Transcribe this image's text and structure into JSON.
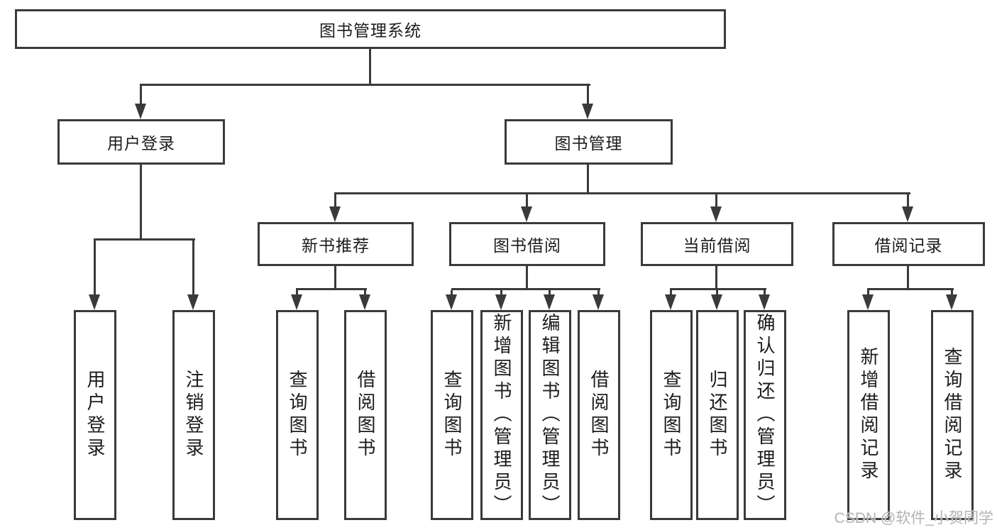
{
  "diagram": {
    "root": {
      "label": "图书管理系统"
    },
    "level2": [
      {
        "label": "用户登录"
      },
      {
        "label": "图书管理"
      }
    ],
    "level3": [
      {
        "label": "新书推荐"
      },
      {
        "label": "图书借阅"
      },
      {
        "label": "当前借阅"
      },
      {
        "label": "借阅记录"
      }
    ],
    "leaves": [
      {
        "label": "用户登录"
      },
      {
        "label": "注销登录"
      },
      {
        "label": "查询图书"
      },
      {
        "label": "借阅图书"
      },
      {
        "label": "查询图书"
      },
      {
        "label": "新增图书（管理员）"
      },
      {
        "label": "编辑图书（管理员）"
      },
      {
        "label": "借阅图书"
      },
      {
        "label": "查询图书"
      },
      {
        "label": "归还图书"
      },
      {
        "label": "确认归还（管理员）"
      },
      {
        "label": "新增借阅记录"
      },
      {
        "label": "查询借阅记录"
      }
    ]
  },
  "watermark": {
    "text": "CSDN @软件_小贺同学",
    "color": "#b3b3b3"
  },
  "colors": {
    "line": "#3a3a3a",
    "text": "#1c1c1c",
    "background": "#ffffff"
  }
}
